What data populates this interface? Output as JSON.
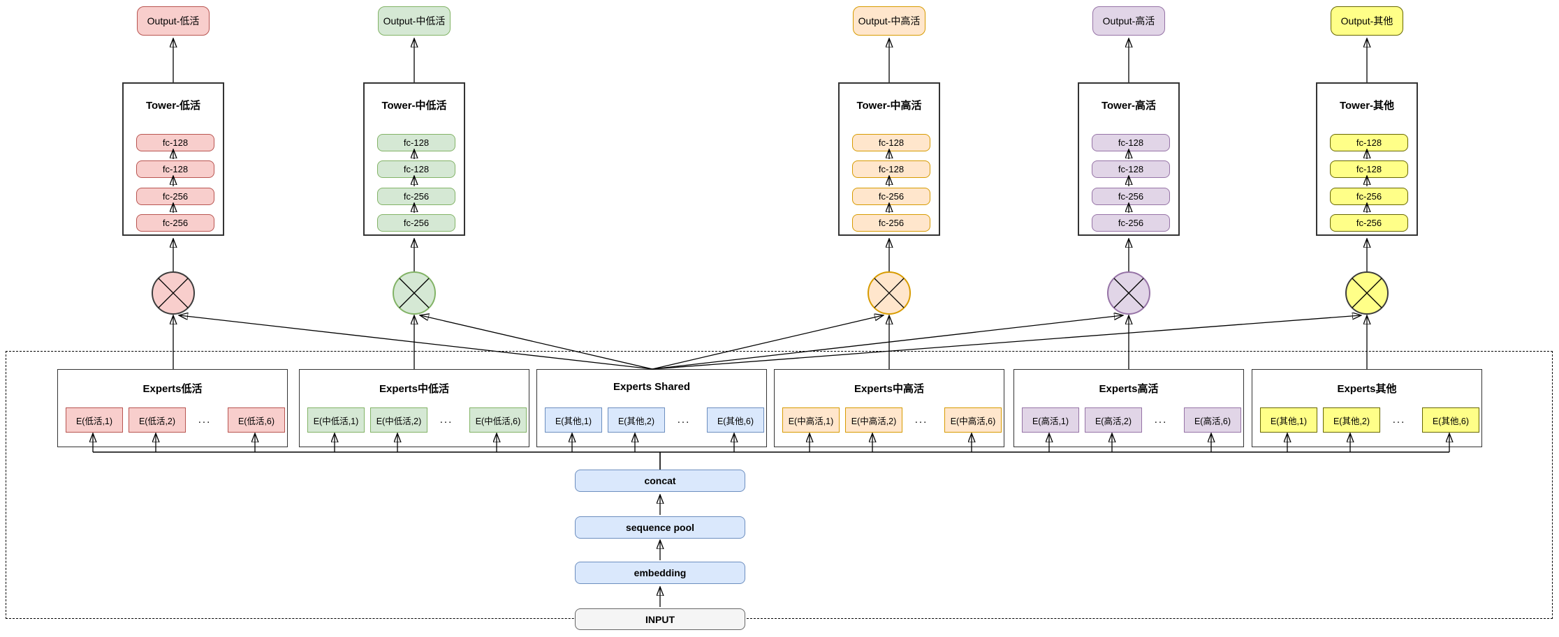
{
  "columns": [
    {
      "output_label": "Output-低活",
      "tower_label": "Tower-低活",
      "fc_layers": [
        "fc-128",
        "fc-128",
        "fc-256",
        "fc-256"
      ],
      "theme": "pink"
    },
    {
      "output_label": "Output-中低活",
      "tower_label": "Tower-中低活",
      "fc_layers": [
        "fc-128",
        "fc-128",
        "fc-256",
        "fc-256"
      ],
      "theme": "green"
    },
    {
      "output_label": "Output-中高活",
      "tower_label": "Tower-中高活",
      "fc_layers": [
        "fc-128",
        "fc-128",
        "fc-256",
        "fc-256"
      ],
      "theme": "orange"
    },
    {
      "output_label": "Output-高活",
      "tower_label": "Tower-高活",
      "fc_layers": [
        "fc-128",
        "fc-128",
        "fc-256",
        "fc-256"
      ],
      "theme": "purple"
    },
    {
      "output_label": "Output-其他",
      "tower_label": "Tower-其他",
      "fc_layers": [
        "fc-128",
        "fc-128",
        "fc-256",
        "fc-256"
      ],
      "theme": "yellow"
    }
  ],
  "gates": {
    "symbol": "multiply",
    "count": 5
  },
  "expert_groups": [
    {
      "title": "Experts低活",
      "experts": [
        "E(低活,1)",
        "E(低活,2)",
        "E(低活,6)"
      ],
      "ellipsis": "...",
      "theme": "pink"
    },
    {
      "title": "Experts中低活",
      "experts": [
        "E(中低活,1)",
        "E(中低活,2)",
        "E(中低活,6)"
      ],
      "ellipsis": "...",
      "theme": "green"
    },
    {
      "title": "Experts Shared",
      "experts": [
        "E(其他,1)",
        "E(其他,2)",
        "E(其他,6)"
      ],
      "ellipsis": "...",
      "theme": "blue"
    },
    {
      "title": "Experts中高活",
      "experts": [
        "E(中高活,1)",
        "E(中高活,2)",
        "E(中高活,6)"
      ],
      "ellipsis": "...",
      "theme": "orange"
    },
    {
      "title": "Experts高活",
      "experts": [
        "E(高活,1)",
        "E(高活,2)",
        "E(高活,6)"
      ],
      "ellipsis": "...",
      "theme": "purple"
    },
    {
      "title": "Experts其他",
      "experts": [
        "E(其他,1)",
        "E(其他,2)",
        "E(其他,6)"
      ],
      "ellipsis": "...",
      "theme": "yellow"
    }
  ],
  "pipeline": {
    "concat": "concat",
    "sequence_pool": "sequence pool",
    "embedding": "embedding",
    "input": "INPUT"
  },
  "colors": {
    "pink_fill": "#f8cecc",
    "pink_stroke": "#b85450",
    "green_fill": "#d5e8d4",
    "green_stroke": "#82b366",
    "orange_fill": "#ffe6cc",
    "orange_stroke": "#d79b00",
    "purple_fill": "#e1d5e7",
    "purple_stroke": "#9673a6",
    "yellow_fill": "#ffff88",
    "yellow_stroke": "#666600",
    "blue_fill": "#dae8fc",
    "blue_stroke": "#6c8ebf",
    "input_fill": "#f5f5f5",
    "input_stroke": "#666666",
    "container_stroke": "#333333",
    "connector": "#000000"
  }
}
